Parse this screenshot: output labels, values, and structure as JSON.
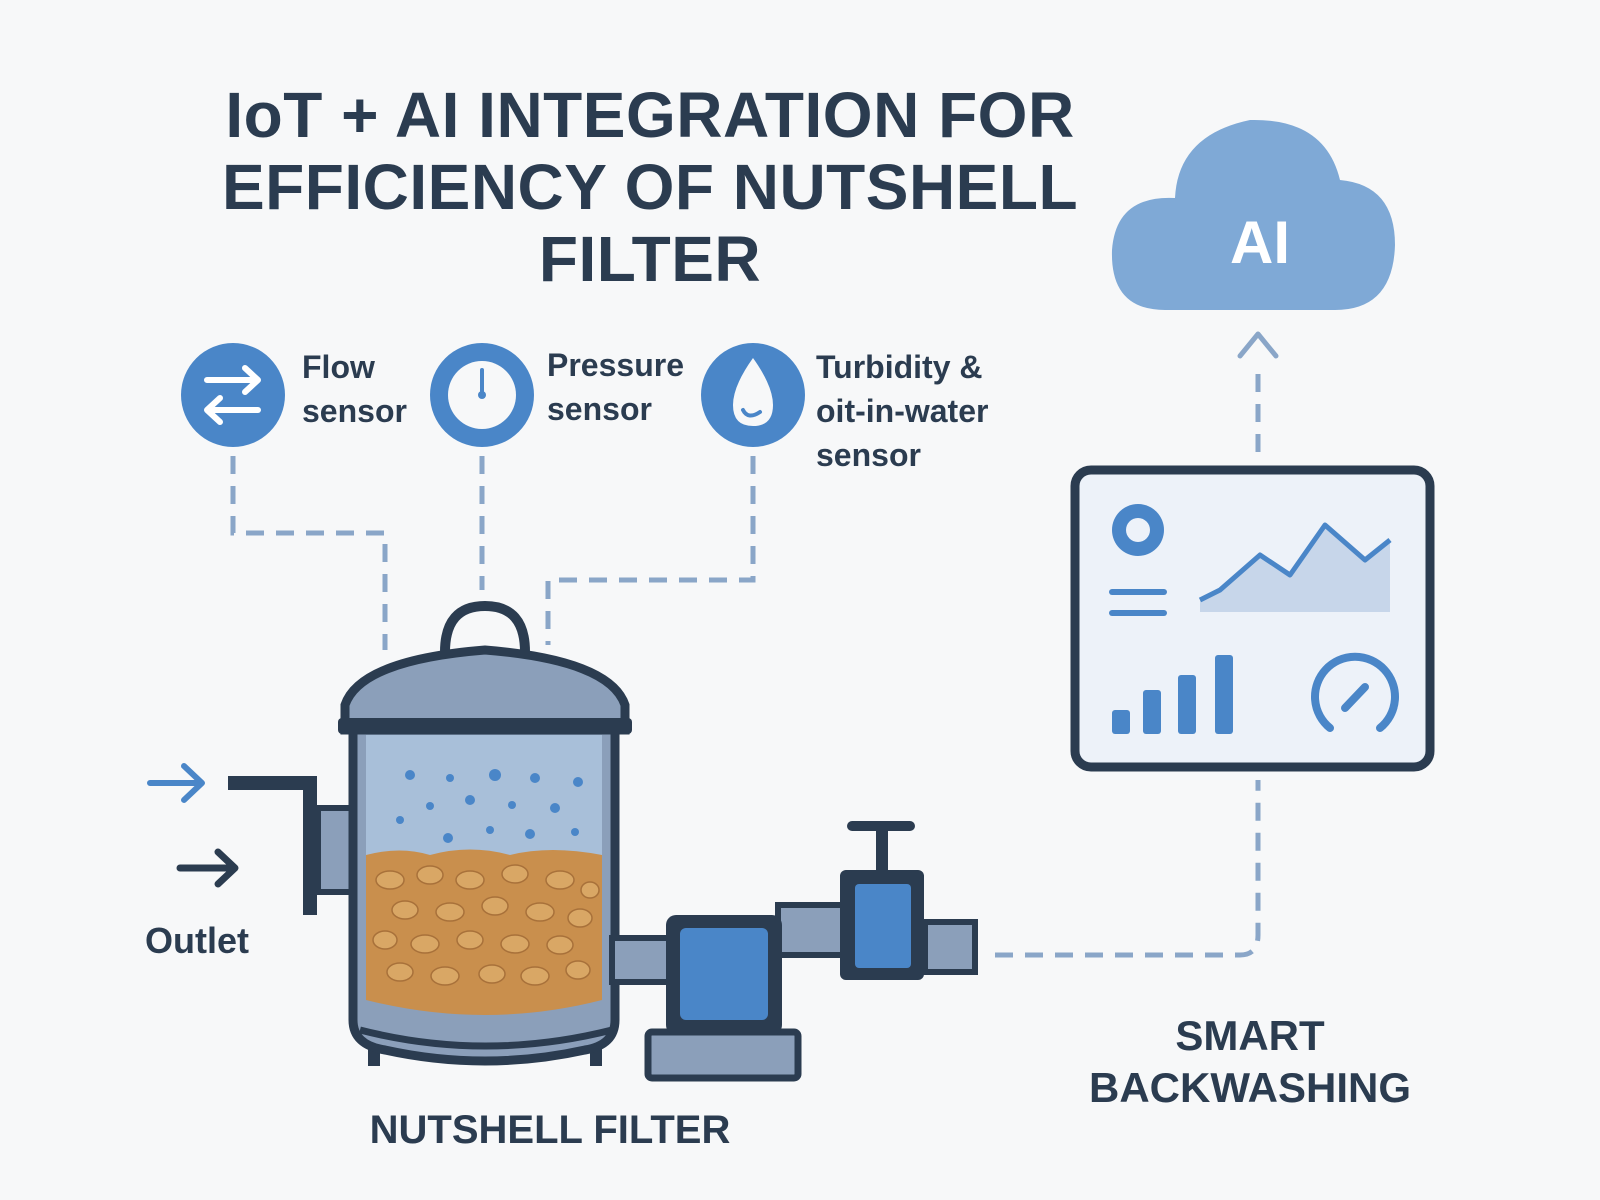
{
  "title": {
    "line1": "IoT + AI INTEGRATION FOR",
    "line2": "EFFICIENCY OF NUTSHELL",
    "line3": "FILTER"
  },
  "sensors": [
    {
      "line1": "Flow",
      "line2": "sensor",
      "icon": "flow-arrows-icon"
    },
    {
      "line1": "Pressure",
      "line2": "sensor",
      "icon": "pressure-gauge-icon"
    },
    {
      "line1": "Turbidity &",
      "line2": "oit-in-water",
      "line3": "sensor",
      "icon": "water-drop-icon"
    }
  ],
  "cloud": {
    "label": "AI",
    "icon": "cloud-icon"
  },
  "filter": {
    "label": "NUTSHELL FILTER"
  },
  "outlet": {
    "label": "Outlet"
  },
  "backwash": {
    "line1": "SMART",
    "line2": "BACKWASHING"
  },
  "colors": {
    "dark": "#2b3c50",
    "blue": "#4a86c8",
    "light_blue": "#7fa9d6",
    "steel": "#8b9fba",
    "media": "#c98f4d",
    "background": "#f7f8f9"
  }
}
